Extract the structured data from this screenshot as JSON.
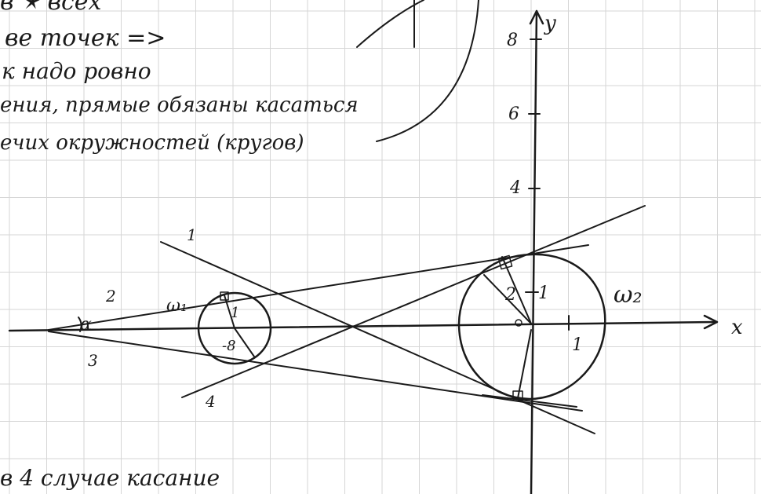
{
  "notes": {
    "line1": "в 🟉 всех",
    "line2": "ве точек =>",
    "line3": "к надо ровно",
    "line4": "ения, прямые обязаны касаться",
    "line5": "ечих окружностей (кругов)",
    "bottom": "в 4 случае касание"
  },
  "axes": {
    "x_name": "x",
    "y_name": "y",
    "y_ticks": [
      "8",
      "6",
      "4"
    ],
    "x_tick_one": "1",
    "y_tick_one": "1"
  },
  "circle_left": {
    "center_label": "-8",
    "radius_label": "1",
    "name": "ω₁"
  },
  "circle_right": {
    "center_label": "o",
    "radius_label": "2",
    "name": "ω₂"
  },
  "tangents": {
    "l1": "1",
    "l2": "2",
    "l3": "3",
    "l4": "4"
  },
  "angle_label": "α",
  "colors": {
    "ink": "#1a1a1a",
    "grid": "#d6d6d6",
    "paper": "#ffffff"
  }
}
